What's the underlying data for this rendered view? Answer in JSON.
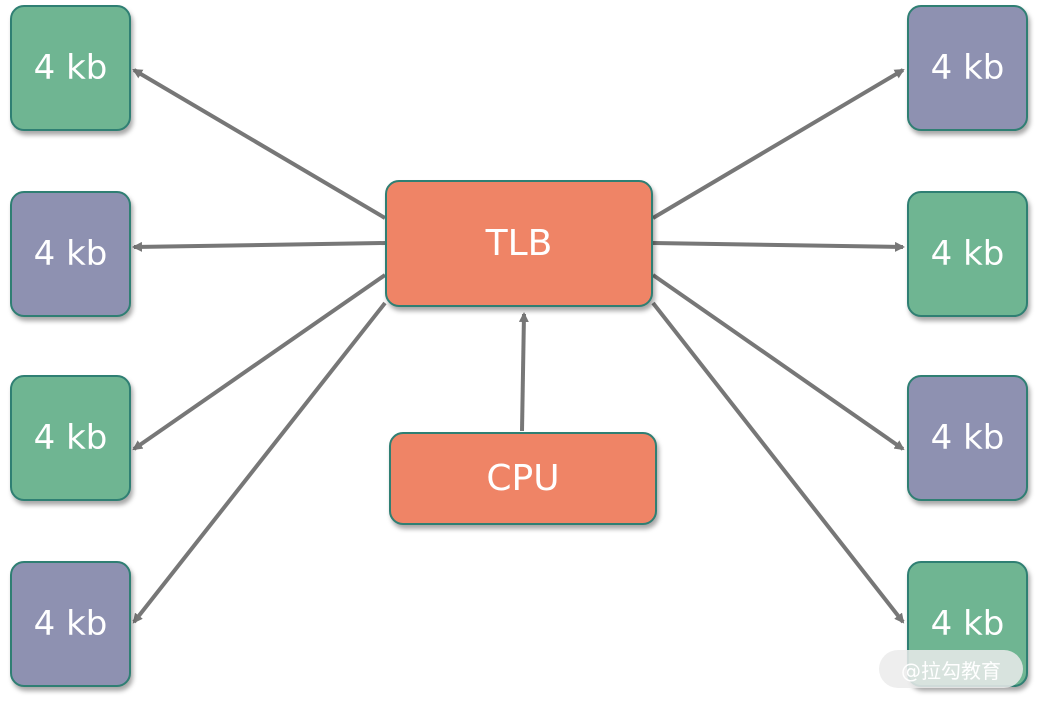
{
  "nodes": {
    "tlb": "TLB",
    "cpu": "CPU",
    "left_pages": [
      "4 kb",
      "4 kb",
      "4 kb",
      "4 kb"
    ],
    "right_pages": [
      "4 kb",
      "4 kb",
      "4 kb",
      "4 kb"
    ]
  },
  "watermark": "@拉勾教育",
  "colors": {
    "page_green": "#6fb592",
    "page_purple": "#8e91b1",
    "processor": "#ef8466",
    "arrow": "#777777",
    "border": "#2f7f73"
  }
}
